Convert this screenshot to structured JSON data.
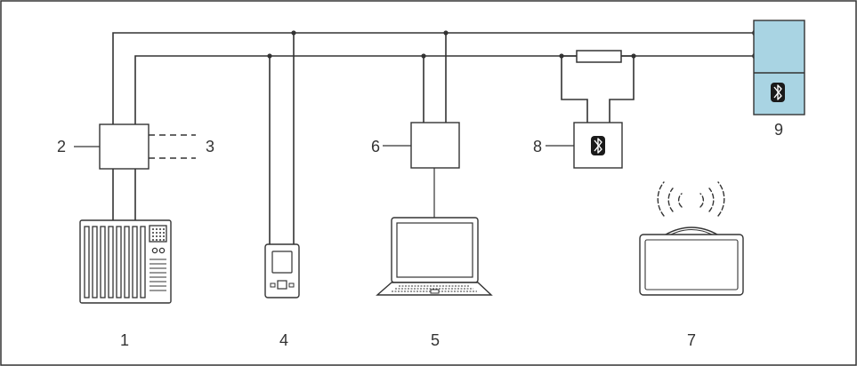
{
  "labels": {
    "n1": "1",
    "n2": "2",
    "n3": "3",
    "n4": "4",
    "n5": "5",
    "n6": "6",
    "n7": "7",
    "n8": "8",
    "n9": "9"
  },
  "colors": {
    "line": "#333333",
    "device_fill": "#a9d4e3",
    "bluetooth_badge": "#1a1a1a"
  },
  "icons": {
    "bluetooth": "bluetooth-icon"
  }
}
